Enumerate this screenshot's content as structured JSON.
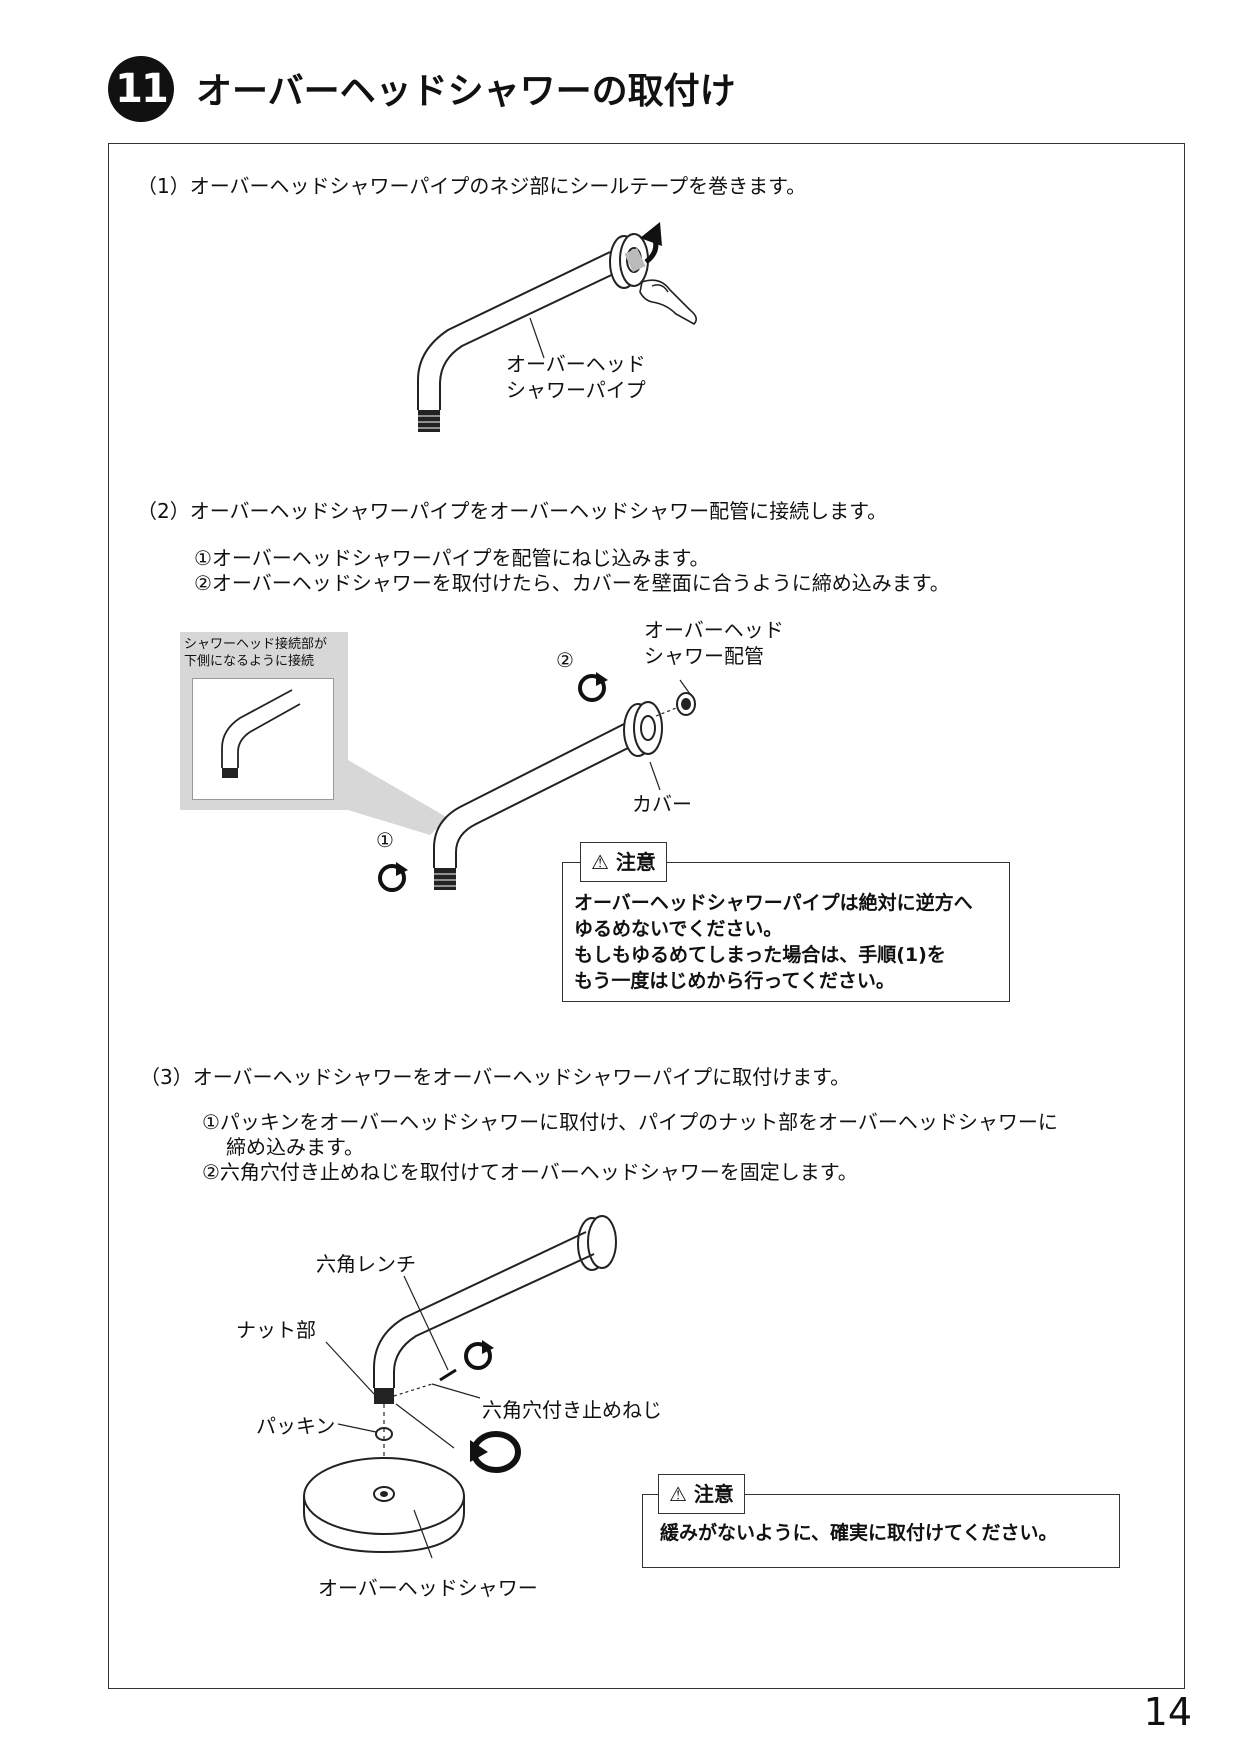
{
  "section": {
    "number": "11",
    "title": "オーバーヘッドシャワーの取付け"
  },
  "step1": {
    "text": "（1）オーバーヘッドシャワーパイプのネジ部にシールテープを巻きます。",
    "pipe_label": [
      "オーバーヘッド",
      "シャワーパイプ"
    ]
  },
  "step2": {
    "text": "（2）オーバーヘッドシャワーパイプをオーバーヘッドシャワー配管に接続します。",
    "substeps": [
      "①オーバーヘッドシャワーパイプを配管にねじ込みます。",
      "②オーバーヘッドシャワーを取付けたら、カバーを壁面に合うように締め込みます。"
    ],
    "callout": [
      "シャワーヘッド接続部が",
      "下側になるように接続"
    ],
    "marker1": "①",
    "marker2": "②",
    "pipe_label": [
      "オーバーヘッド",
      "シャワー配管"
    ],
    "cover_label": "カバー",
    "caution": {
      "title": "注意",
      "lines": [
        "オーバーヘッドシャワーパイプは絶対に逆方へ",
        "ゆるめないでください。",
        "もしもゆるめてしまった場合は、手順(1)を",
        "もう一度はじめから行ってください。"
      ]
    }
  },
  "step3": {
    "text": "（3）オーバーヘッドシャワーをオーバーヘッドシャワーパイプに取付けます。",
    "substeps": [
      "①パッキンをオーバーヘッドシャワーに取付け、パイプのナット部をオーバーヘッドシャワーに",
      "締め込みます。",
      "②六角穴付き止めねじを取付けてオーバーヘッドシャワーを固定します。"
    ],
    "labels": {
      "hex_wrench": "六角レンチ",
      "nut": "ナット部",
      "set_screw": "六角穴付き止めねじ",
      "packing": "パッキン",
      "shower": "オーバーヘッドシャワー"
    },
    "caution": {
      "title": "注意",
      "lines": [
        "緩みがないように、確実に取付けてください。"
      ]
    }
  },
  "page_number": "14"
}
